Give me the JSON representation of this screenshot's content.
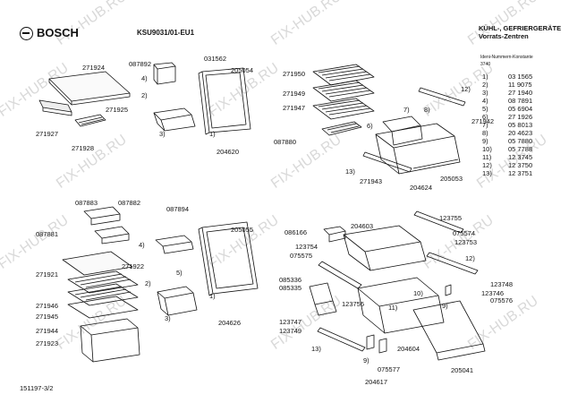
{
  "header": {
    "brand": "BOSCH",
    "model": "KSU9031/01-EU1",
    "category": "KÜHL-, GEFRIERGERÄTE",
    "subcategory": "Vorrats-Zentren",
    "const_title": "Ideni-Nummern-Konstante",
    "const_value": "3740"
  },
  "legend": [
    {
      "n": "1)",
      "part": "03 1565"
    },
    {
      "n": "2)",
      "part": "11 9075"
    },
    {
      "n": "3)",
      "part": "27 1940"
    },
    {
      "n": "4)",
      "part": "08 7891"
    },
    {
      "n": "5)",
      "part": "05 6904"
    },
    {
      "n": "6)",
      "part": "27 1926"
    },
    {
      "n": "7)",
      "part": "05 8013"
    },
    {
      "n": "8)",
      "part": "20 4623"
    },
    {
      "n": "9)",
      "part": "05 7880"
    },
    {
      "n": "10)",
      "part": "05 7788"
    },
    {
      "n": "11)",
      "part": "12 3745"
    },
    {
      "n": "12)",
      "part": "12 3750"
    },
    {
      "n": "13)",
      "part": "12 3751"
    }
  ],
  "labels": {
    "a1": "271924",
    "a2": "087892",
    "a3": "4)",
    "a4": "031562",
    "a5": "205054",
    "a6": "271925",
    "a7": "2)",
    "a8": "271927",
    "a9": "271928",
    "a10": "3)",
    "a11": "1)",
    "a12": "204620",
    "b1": "271950",
    "b2": "271949",
    "b3": "271947",
    "b4": "087880",
    "b5": "12)",
    "b6": "7)",
    "b7": "8)",
    "b8": "6)",
    "b9": "271942",
    "b10": "13)",
    "b11": "271943",
    "b12": "204624",
    "b13": "205053",
    "c1": "087883",
    "c2": "087882",
    "c3": "087881",
    "c4": "087894",
    "c5": "205055",
    "c6": "4)",
    "c7": "271921",
    "c8": "271922",
    "c9": "5)",
    "c10": "2)",
    "c11": "271946",
    "c12": "271945",
    "c13": "3)",
    "c14": "1)",
    "c15": "271944",
    "c16": "204626",
    "c17": "271923",
    "d1": "086166",
    "d2": "204603",
    "d3": "123755",
    "d4": "075574",
    "d5": "123754",
    "d6": "075575",
    "d7": "123753",
    "d8": "12)",
    "d9": "085336",
    "d10": "085335",
    "d11": "123748",
    "d12": "123746",
    "d13": "123756",
    "d14": "10)",
    "d15": "075576",
    "d16": "123747",
    "d17": "123749",
    "d18": "11)",
    "d19": "9)",
    "d20": "13)",
    "d21": "204604",
    "d22": "9)",
    "d23": "075577",
    "d24": "204617",
    "d25": "205041"
  },
  "doc_number": "151197-3/2",
  "watermark": "FIX-HUB.RU"
}
